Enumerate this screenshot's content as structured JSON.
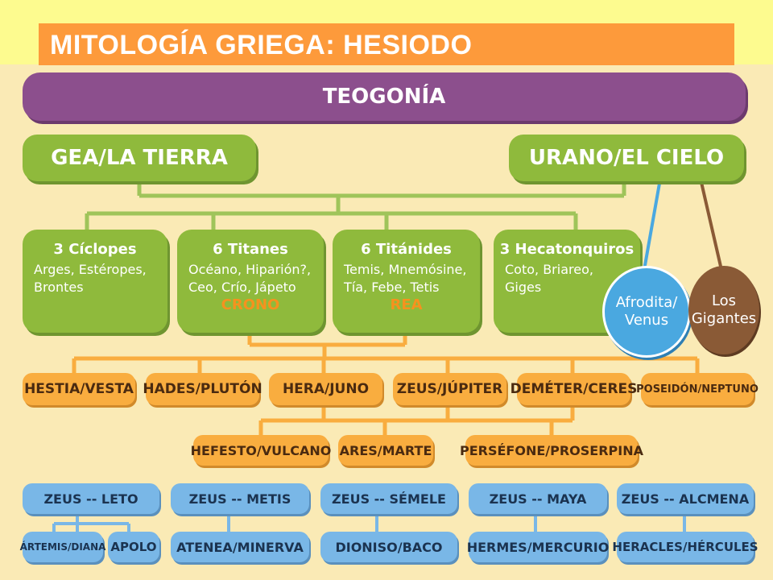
{
  "title": "MITOLOGÍA GRIEGA: HESIODO",
  "header": "TEOGONÍA",
  "parents": {
    "left": "GEA/LA TIERRA",
    "right": "URANO/EL CIELO"
  },
  "offspring": [
    {
      "title": "3 Cíclopes",
      "lines": [
        "Arges, Estéropes,",
        "Brontes"
      ],
      "extra": ""
    },
    {
      "title": "6 Titanes",
      "lines": [
        "Océano, Hiparión?,",
        "Ceo, Crío, Jápeto"
      ],
      "extra": "CRONO"
    },
    {
      "title": "6 Titánides",
      "lines": [
        "Temis, Mnemósine,",
        "Tía,  Febe, Tetis"
      ],
      "extra": "REA"
    },
    {
      "title": "3 Hecatonquiros",
      "lines": [
        "Coto, Briareo,",
        "Giges"
      ],
      "extra": ""
    }
  ],
  "circles": [
    {
      "lines": [
        "Afrodita/",
        "Venus"
      ]
    },
    {
      "lines": [
        "Los",
        "Gigantes"
      ]
    }
  ],
  "olympians": [
    "HESTIA/VESTA",
    "HADES/PLUTÓN",
    "HERA/JUNO",
    "ZEUS/JÚPITER",
    "DEMÉTER/CERES",
    "POSEIDÓN/NEPTUNO"
  ],
  "hera_children": [
    "HEFESTO/VULCANO",
    "ARES/MARTE"
  ],
  "persephone": "PERSÉFONE/PROSERPINA",
  "unions": [
    {
      "parents": "ZEUS -- LETO",
      "children": [
        "ÁRTEMIS/DIANA",
        "APOLO"
      ]
    },
    {
      "parents": "ZEUS -- METIS",
      "children": [
        "ATENEA/MINERVA"
      ]
    },
    {
      "parents": "ZEUS -- SÉMELE",
      "children": [
        "DIONISO/BACO"
      ]
    },
    {
      "parents": "ZEUS  --  MAYA",
      "children": [
        "HERMES/MERCURIO"
      ]
    },
    {
      "parents": "ZEUS  --  ALCMENA",
      "children": [
        "HERACLES/HÉRCULES"
      ]
    }
  ],
  "colors": {
    "page": "#fdfb8f",
    "panel": "#faeab5",
    "title_bar": "#fd9a3b",
    "purple": "#8c4f8d",
    "green": "#8fba3c",
    "orange": "#f9ad3f",
    "blue": "#79b7e7",
    "blue_circle": "#4aa8e0",
    "brown_circle": "#8a5a36",
    "accent_text": "#f6921e"
  }
}
